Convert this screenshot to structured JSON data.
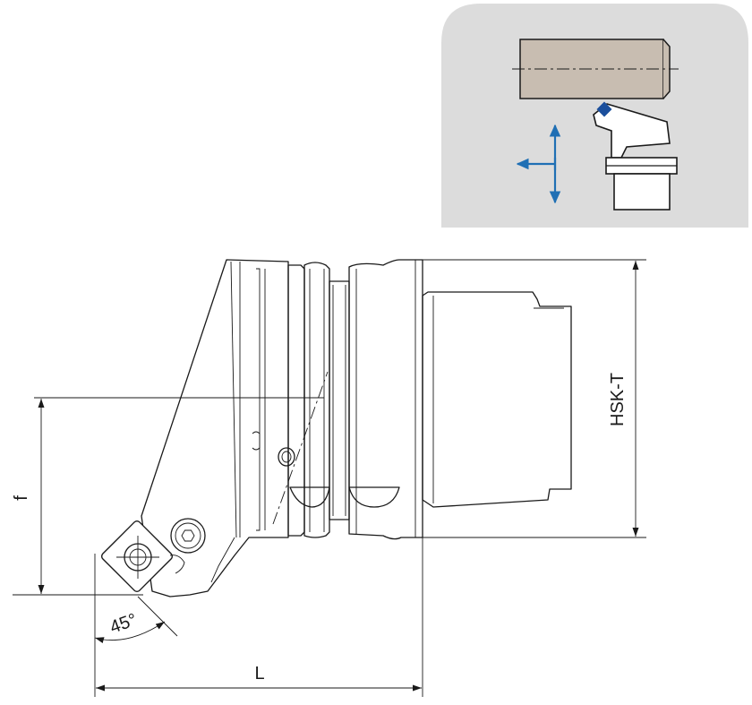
{
  "labels": {
    "f": "f",
    "hsk_t": "HSK-T",
    "length": "L",
    "angle": "45°"
  },
  "colors": {
    "panel_bg": "#dcdcdc",
    "workpiece": "#c8bdb1",
    "arrow_blue": "#1f6fb4",
    "insert_blue": "#1b4f9c",
    "line": "#1a1a1a"
  },
  "icons": {
    "feed_direction": "feed-direction-arrows-icon",
    "screw": "hex-socket-screw-icon"
  }
}
